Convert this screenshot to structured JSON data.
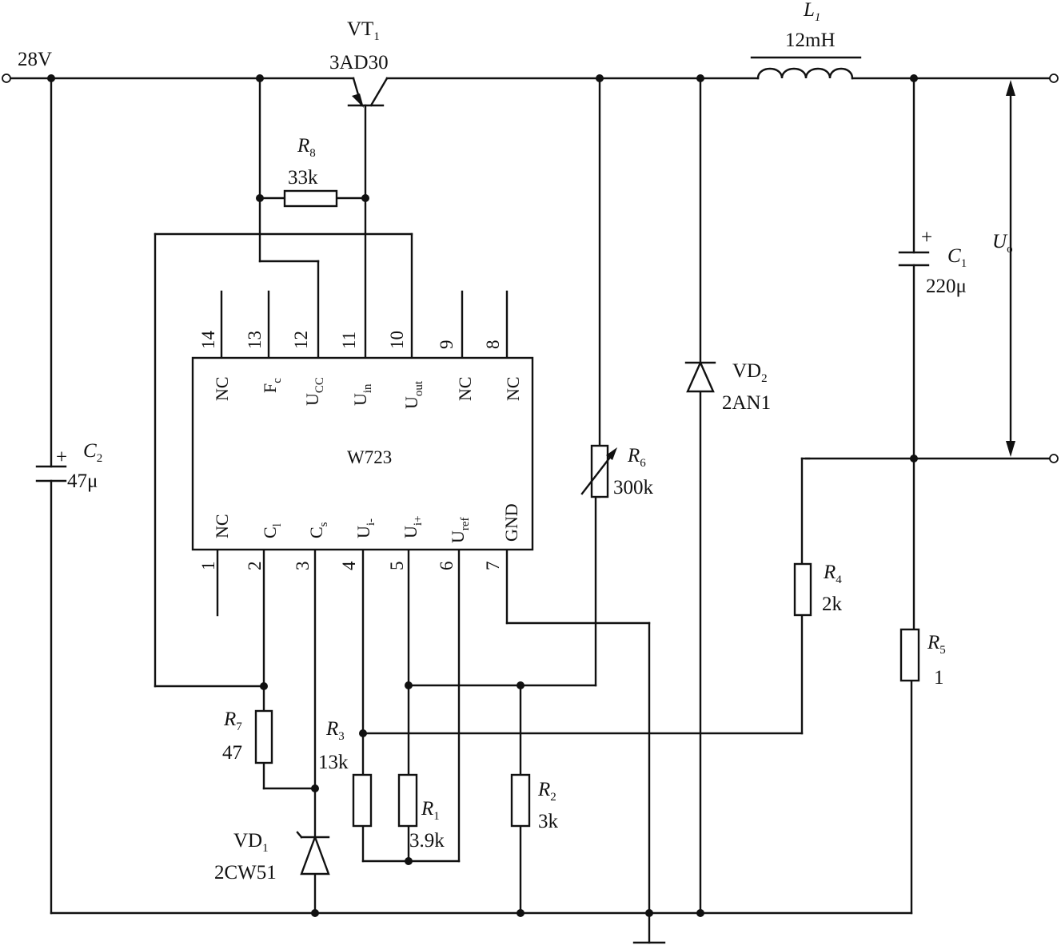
{
  "supply": {
    "label": "28V"
  },
  "vt1": {
    "ref": "VT",
    "sub": "1",
    "part": "3AD30"
  },
  "l1": {
    "ref": "L",
    "sub": "1",
    "value": "12mH"
  },
  "r8": {
    "ref": "R",
    "sub": "8",
    "value": "33k"
  },
  "c1": {
    "ref": "C",
    "sub": "1",
    "value": "220μ",
    "polarity": "+"
  },
  "c2": {
    "ref": "C",
    "sub": "2",
    "value": "47μ",
    "polarity": "+"
  },
  "uo": {
    "ref": "U",
    "sub": "o"
  },
  "vd2": {
    "ref": "VD",
    "sub": "2",
    "part": "2AN1"
  },
  "vd1": {
    "ref": "VD",
    "sub": "1",
    "part": "2CW51"
  },
  "r6": {
    "ref": "R",
    "sub": "6",
    "value": "300k"
  },
  "r4": {
    "ref": "R",
    "sub": "4",
    "value": "2k"
  },
  "r5": {
    "ref": "R",
    "sub": "5",
    "value": "1"
  },
  "r7": {
    "ref": "R",
    "sub": "7",
    "value": "47"
  },
  "r3": {
    "ref": "R",
    "sub": "3",
    "value": "13k"
  },
  "r1": {
    "ref": "R",
    "sub": "1",
    "value": "3.9k"
  },
  "r2": {
    "ref": "R",
    "sub": "2",
    "value": "3k"
  },
  "ic": {
    "name": "W723",
    "top_pins": [
      {
        "num": "14",
        "name": "NC",
        "sub": ""
      },
      {
        "num": "13",
        "name": "F",
        "sub": "c"
      },
      {
        "num": "12",
        "name": "U",
        "sub": "CC"
      },
      {
        "num": "11",
        "name": "U",
        "sub": "in"
      },
      {
        "num": "10",
        "name": "U",
        "sub": "out"
      },
      {
        "num": "9",
        "name": "NC",
        "sub": ""
      },
      {
        "num": "8",
        "name": "NC",
        "sub": ""
      }
    ],
    "bottom_pins": [
      {
        "num": "1",
        "name": "NC",
        "sub": ""
      },
      {
        "num": "2",
        "name": "C",
        "sub": "l"
      },
      {
        "num": "3",
        "name": "C",
        "sub": "s"
      },
      {
        "num": "4",
        "name": "U",
        "sub": "i-"
      },
      {
        "num": "5",
        "name": "U",
        "sub": "i+"
      },
      {
        "num": "6",
        "name": "U",
        "sub": "ref"
      },
      {
        "num": "7",
        "name": "GND",
        "sub": ""
      }
    ]
  }
}
